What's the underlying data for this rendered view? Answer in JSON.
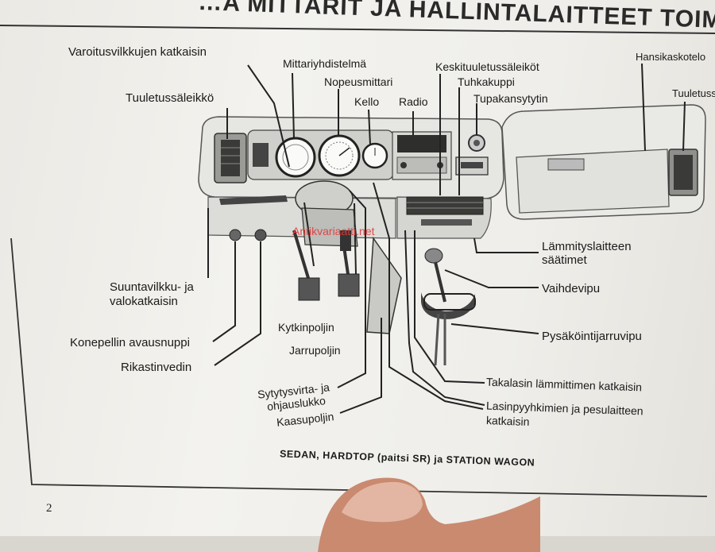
{
  "header": {
    "title": "…A MITTARIT JA HALLINTALAITTEET TOIMIVAT"
  },
  "labels": {
    "varoitus": "Varoitusvilkkujen katkaisin",
    "mittariyhd": "Mittariyhdistelmä",
    "nopeus": "Nopeusmittari",
    "tuuletus_left": "Tuuletussäleikkö",
    "kello": "Kello",
    "radio": "Radio",
    "keskituuletus": "Keskituuletussäleiköt",
    "tuhkakuppi": "Tuhkakuppi",
    "tupakansytytin": "Tupakansytytin",
    "hansikas": "Hansikaskotelo",
    "tuuletus_right": "Tuuletuss",
    "suunta_1": "Suuntavilkku- ja",
    "suunta_2": "valokatkaisin",
    "konepelti": "Konepellin avausnuppi",
    "rikastin": "Rikastinvedin",
    "kytkin": "Kytkinpoljin",
    "jarru": "Jarrupoljin",
    "sytytys_1": "Sytytysvirta- ja",
    "sytytys_2": "ohjauslukko",
    "kaasu": "Kaasupoljin",
    "lammitys_1": "Lämmityslaitteen",
    "lammitys_2": "säätimet",
    "vaihde": "Vaihdevipu",
    "pysakointi": "Pysäköintijarruvipu",
    "takalasi": "Takalasin lämmittimen katkaisin",
    "lasinpyyhin_1": "Lasinpyyhkimien ja pesulaitteen",
    "lasinpyyhin_2": "katkaisin"
  },
  "caption": "SEDAN, HARDTOP (paitsi SR) ja STATION WAGON",
  "page_number": "2",
  "watermark": "Antikvariaatti.net"
}
